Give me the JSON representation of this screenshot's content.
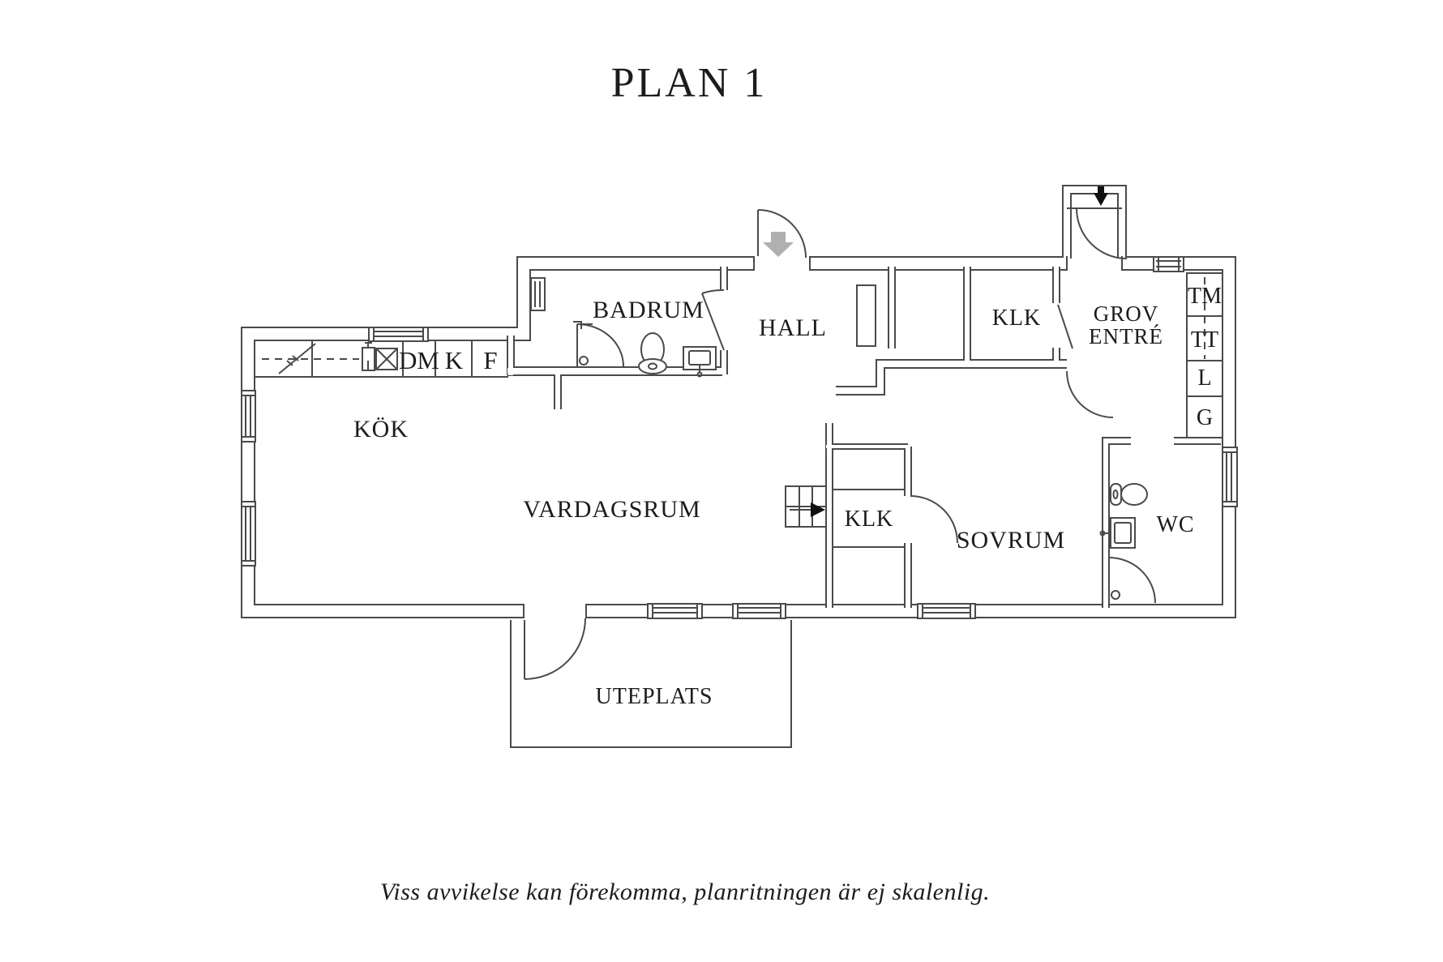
{
  "title": "PLAN 1",
  "footer": "Viss avvikelse kan förekomma, planritningen är ej skalenlig.",
  "rooms": {
    "kok": "KÖK",
    "vardagsrum": "VARDAGSRUM",
    "badrum": "BADRUM",
    "hall": "HALL",
    "klk_top": "KLK",
    "grov_entre_line1": "GROV",
    "grov_entre_line2": "ENTRÉ",
    "klk_mid": "KLK",
    "sovrum": "SOVRUM",
    "wc": "WC",
    "uteplats": "UTEPLATS"
  },
  "kitchen_units": {
    "dm": "DM",
    "k": "K",
    "f": "F"
  },
  "laundry_units": {
    "tm": "TM",
    "tt": "TT",
    "l": "L",
    "g": "G"
  },
  "icons": {
    "main_entrance_arrow": "down-arrow-icon",
    "side_entrance_arrow": "down-arrow-icon",
    "stair_direction_arrow": "right-arrow-icon"
  },
  "colors": {
    "line": "#4a4a4a",
    "text": "#1c1c1c",
    "gray_arrow": "#b0b0b0",
    "black_arrow": "#111111",
    "bg": "#ffffff"
  }
}
